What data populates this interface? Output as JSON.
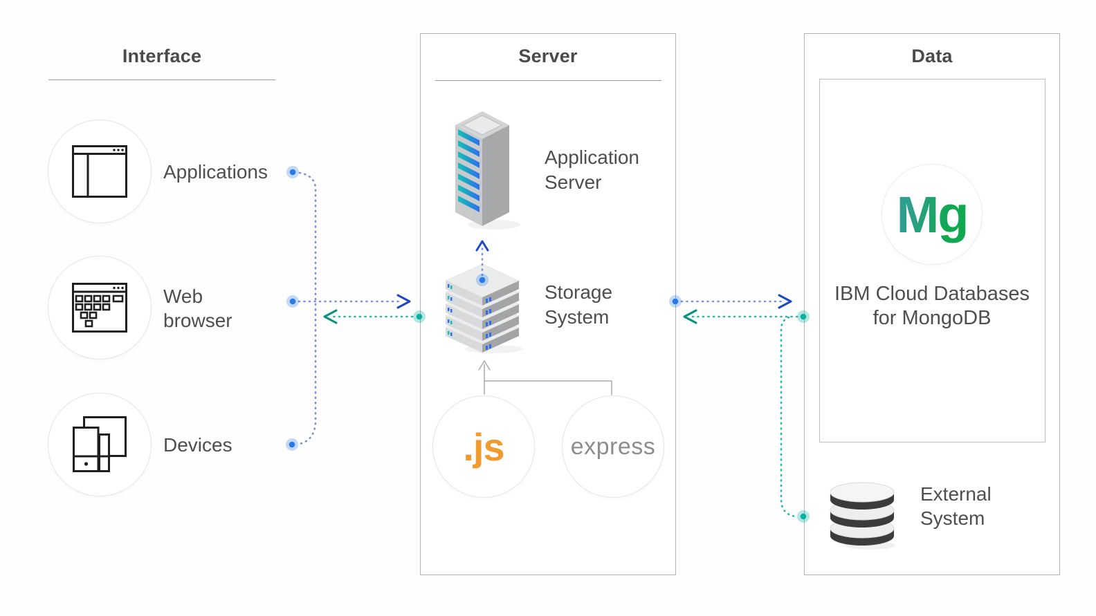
{
  "interface": {
    "title": "Interface",
    "items": [
      {
        "label": "Applications"
      },
      {
        "label": "Web browser"
      },
      {
        "label": "Devices"
      }
    ]
  },
  "server": {
    "title": "Server",
    "app_server_label": "Application Server",
    "storage_label": "Storage System",
    "node_label": ".js",
    "express_label": "express"
  },
  "data_section": {
    "title": "Data",
    "mongo_monogram": "Mg",
    "database_label": "IBM Cloud Databases for MongoDB",
    "external_label": "External System"
  },
  "colors": {
    "blue_line": "#7b8fdb",
    "blue_arrow": "#1f49c4",
    "blue_dot": "#2979e8",
    "teal_line": "#2ab5a5",
    "teal_arrow": "#089182",
    "teal_dot": "#0ab0a0",
    "node_orange": "#ef9b30",
    "express_gray": "#8d8d8d",
    "mongo_teal": "#2e9e8f",
    "mongo_green": "#10a84f",
    "title_gray": "#4a4a4a",
    "label_gray": "#4e4e4e",
    "box_border": "#b3b3b3"
  }
}
